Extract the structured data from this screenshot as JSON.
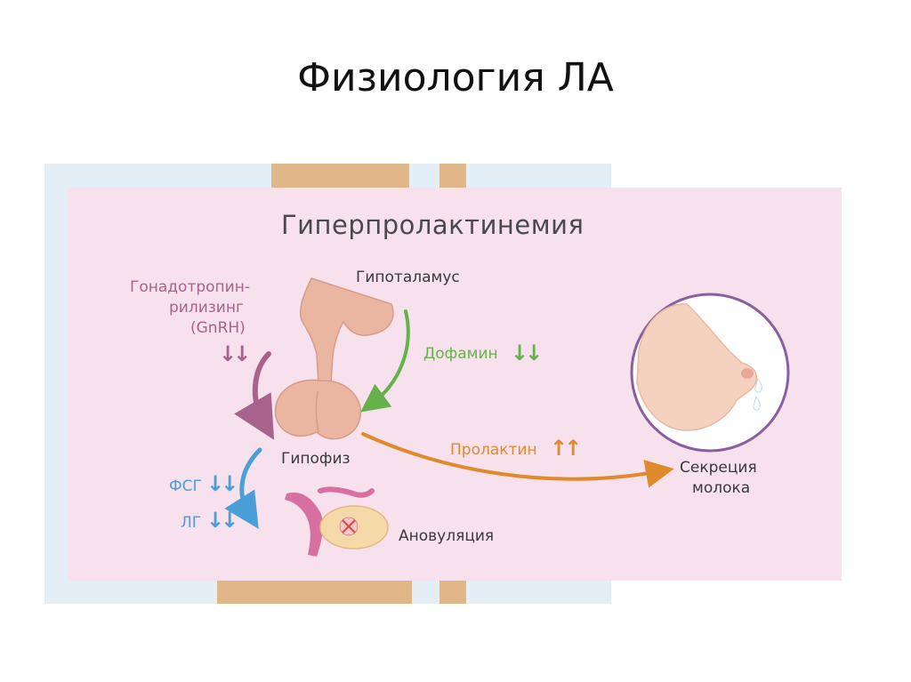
{
  "slide_title": "Физиология ЛА",
  "diagram": {
    "title": "Гиперпролактинемия",
    "gnrh_label_line1": "Гонадотропин-",
    "gnrh_label_line2": "рилизинг",
    "gnrh_label_line3": "(GnRH)",
    "gnrh_trend": "↓↓",
    "hypothalamus_label": "Гипоталамус",
    "dopamine_label": "Дофамин",
    "dopamine_trend": "↓↓",
    "pituitary_label": "Гипофиз",
    "prolactin_label": "Пролактин",
    "prolactin_trend": "↑↑",
    "fsh_label": "ФСГ",
    "fsh_trend": "↓↓",
    "lh_label": "ЛГ",
    "lh_trend": "↓↓",
    "anovulation_label": "Ановуляция",
    "milk_line1": "Секреция",
    "milk_line2": "молока"
  },
  "colors": {
    "panel_pink": "#f6e1ec",
    "backdrop_blue": "#e4eef7",
    "backdrop_tan": "#deb687",
    "gnrh_purple": "#a8638c",
    "dopamine_green": "#66b24a",
    "prolactin_orange": "#e08a2e",
    "fsh_lh_blue": "#4b9fd8",
    "gland": "#eab6a2",
    "breast": "#f4d2bf",
    "circle": "#8a5fa0"
  }
}
